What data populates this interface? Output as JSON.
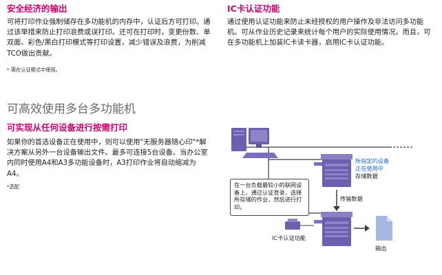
{
  "colors": {
    "accent": "#d2006e",
    "device": "#6b5fb0",
    "line": "#3c3c3c",
    "blue_text": "#1d6fd6",
    "document": "#a6b9e0"
  },
  "security": {
    "title": "安全经济的输出",
    "body": "可将打印作业强制储存在多功能机的内存中，认证后方可打印。通过该举措来防止打印浪费或误打印。还可在打印时，变更份数、单双面、彩色/黑白打印模式等打印设置，减少错误及浪费，为削减TCO做出贡献。",
    "note": "* 需在认证模式中使用。"
  },
  "ic_card": {
    "title": "IC卡认证功能",
    "body": "通过使用认证功能来防止未经授权的用户操作及非法访问多功能机。可从作业历史记录来统计每个用户的实际使用情况。而且，可在多功能机上加装IC卡读卡器，启用IC卡认证功能。"
  },
  "multi": {
    "section_title": "可高效使用多台多功能机",
    "subtitle": "可实现从任何设备进行按需打印",
    "body": "如果你的首选设备正在使用中，则可以使用\"无服务器随心印\"*解决方案从另外一台设备输出文件。最多可连接5台设备。当办公室内同时使用A4和A3多功能设备时，A3打印作业将自动缩减为A4。",
    "note": "*选配"
  },
  "diagram": {
    "device_busy_line1": "所指定的设备",
    "device_busy_line2": "正在使用中",
    "store_data": "存储数据",
    "callout": "在一台负载最较小的联网设备上，通过认证登录，选择所存储的作业，然后进行打印。",
    "transfer_data": "传输数据",
    "ic_auth": "IC卡认证功能",
    "output": "输出",
    "icons": [
      "pc-icon",
      "mfp-icon",
      "card-reader-icon",
      "document-icon",
      "arrow-down-icon",
      "arrow-right-icon"
    ]
  }
}
